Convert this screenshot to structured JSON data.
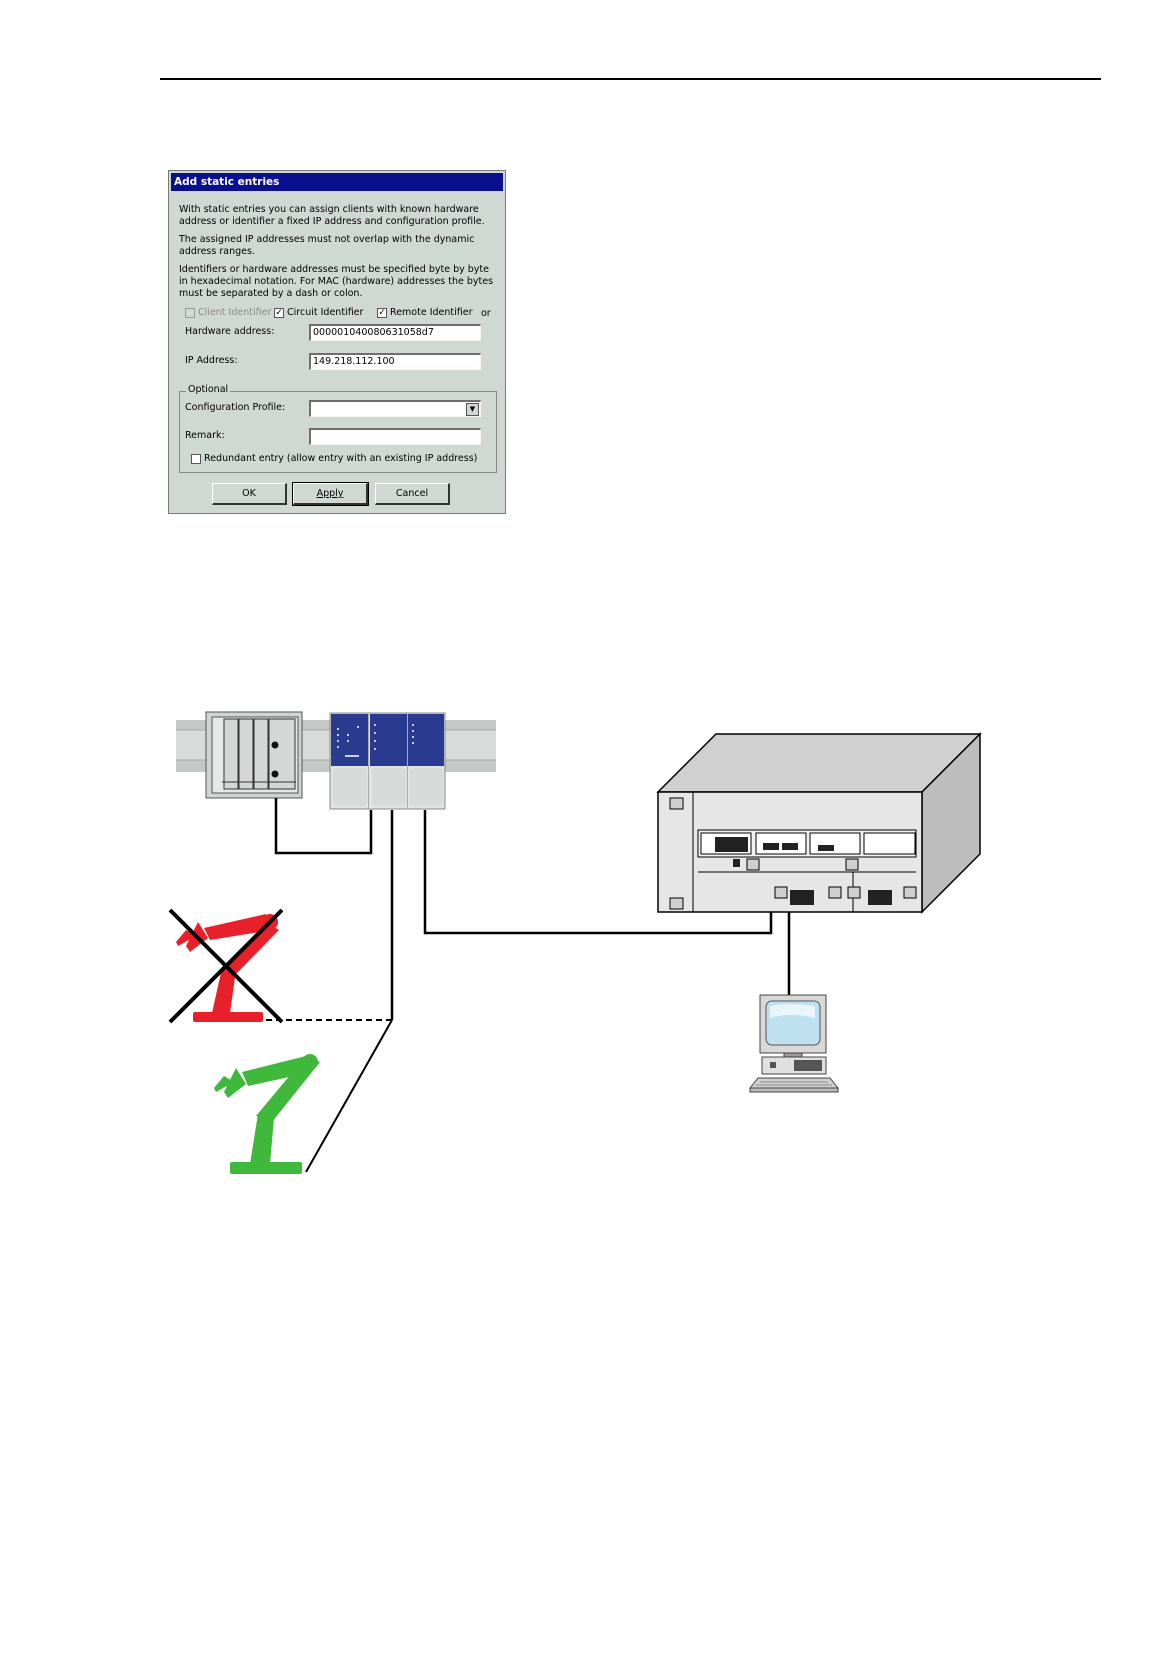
{
  "dialog": {
    "title": "Add static entries",
    "para1": "With static entries you can assign clients with known hardware address or identifier a fixed IP address and configuration profile.",
    "para2": "The assigned IP addresses must not overlap with the dynamic address ranges.",
    "para3": "Identifiers or hardware addresses must be specified byte by byte in hexadecimal notation. For MAC (hardware) addresses the bytes must be separated by a dash or colon.",
    "client_identifier_label": "Client Identifier",
    "circuit_identifier_label": "Circuit Identifier",
    "remote_identifier_label": "Remote Identifier",
    "or_label": "or",
    "hardware_address_label": "Hardware address:",
    "hardware_address_value": "000001040080631058d7",
    "ip_address_label": "IP Address:",
    "ip_address_value": "149.218.112.100",
    "optional_label": "Optional",
    "config_profile_label": "Configuration Profile:",
    "config_profile_value": "",
    "remark_label": "Remark:",
    "remark_value": "",
    "redundant_label": "Redundant entry (allow entry with an existing IP address)",
    "ok_label": "OK",
    "apply_label": "Apply",
    "cancel_label": "Cancel",
    "client_identifier_checked": false,
    "circuit_identifier_checked": true,
    "remote_identifier_checked": true,
    "redundant_checked": false
  },
  "diagram": {
    "failed_robot_color": "#e8202a",
    "replacement_robot_color": "#3fb83b",
    "switch_color": "#2a3b8f",
    "cross_color": "#000000"
  }
}
